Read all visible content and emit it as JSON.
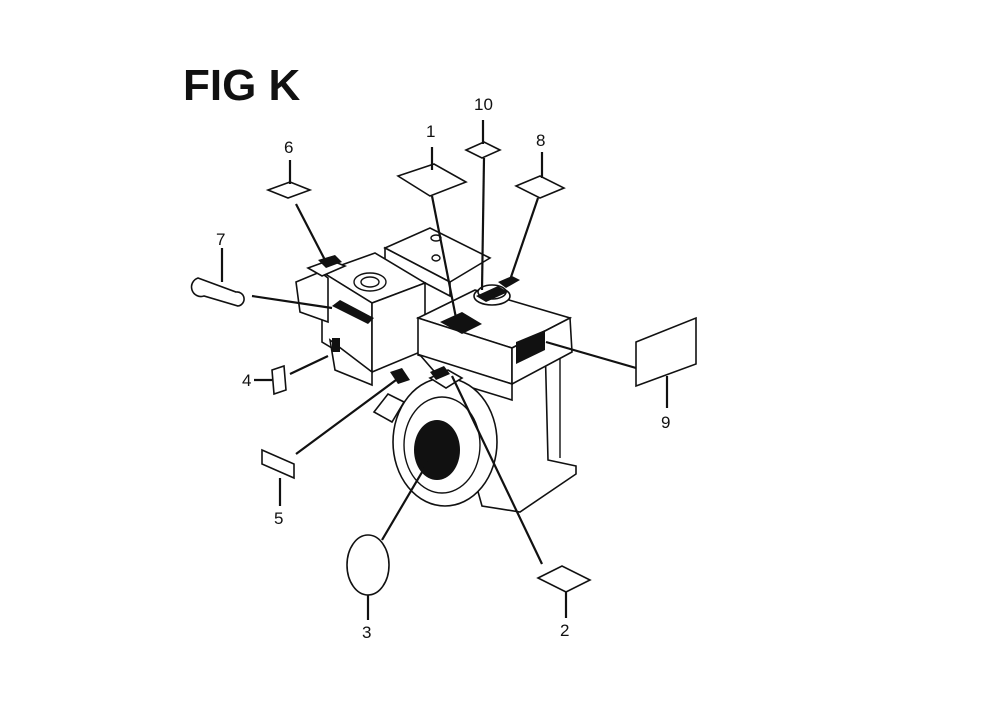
{
  "figure": {
    "title": "FIG K"
  },
  "callouts": [
    {
      "id": "1",
      "label": "1"
    },
    {
      "id": "2",
      "label": "2"
    },
    {
      "id": "3",
      "label": "3"
    },
    {
      "id": "4",
      "label": "4"
    },
    {
      "id": "5",
      "label": "5"
    },
    {
      "id": "6",
      "label": "6"
    },
    {
      "id": "7",
      "label": "7"
    },
    {
      "id": "8",
      "label": "8"
    },
    {
      "id": "9",
      "label": "9"
    },
    {
      "id": "10",
      "label": "10"
    }
  ],
  "colors": {
    "ink": "#111111",
    "paper": "#ffffff"
  }
}
